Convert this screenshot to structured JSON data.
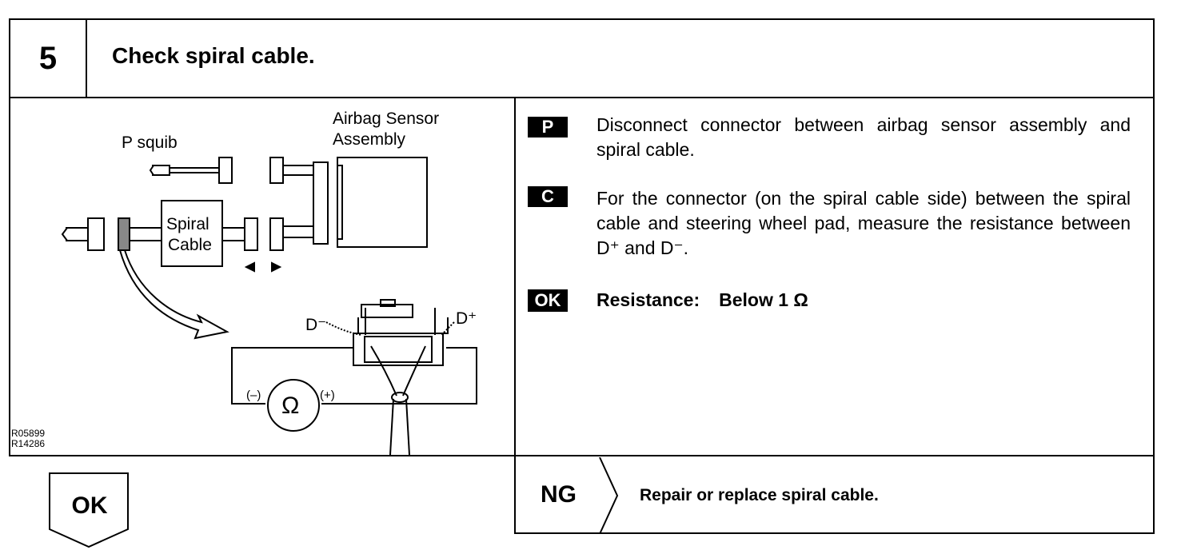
{
  "step": {
    "number": "5",
    "title": "Check spiral cable."
  },
  "diagram": {
    "labels": {
      "p_squib": "P squib",
      "airbag_sensor_line1": "Airbag Sensor",
      "airbag_sensor_line2": "Assembly",
      "spiral_line1": "Spiral",
      "spiral_line2": "Cable",
      "d_minus": "D⁻",
      "d_plus": "D⁺",
      "ohm": "Ω",
      "neg": "(–)",
      "pos": "(+)"
    },
    "figure_codes": [
      "R05899",
      "R14286"
    ]
  },
  "instructions": [
    {
      "badge": "P",
      "text": "Disconnect connector between airbag sensor assembly and spiral cable."
    },
    {
      "badge": "C",
      "text": "For the connector (on the spiral cable side) between the spiral cable and steering wheel pad, measure the resistance between D⁺ and D⁻."
    }
  ],
  "spec": {
    "badge": "OK",
    "label": "Resistance:",
    "value": "Below 1 Ω"
  },
  "results": {
    "ok": {
      "label": "OK"
    },
    "ng": {
      "label": "NG",
      "action": "Repair or replace spiral cable."
    }
  }
}
